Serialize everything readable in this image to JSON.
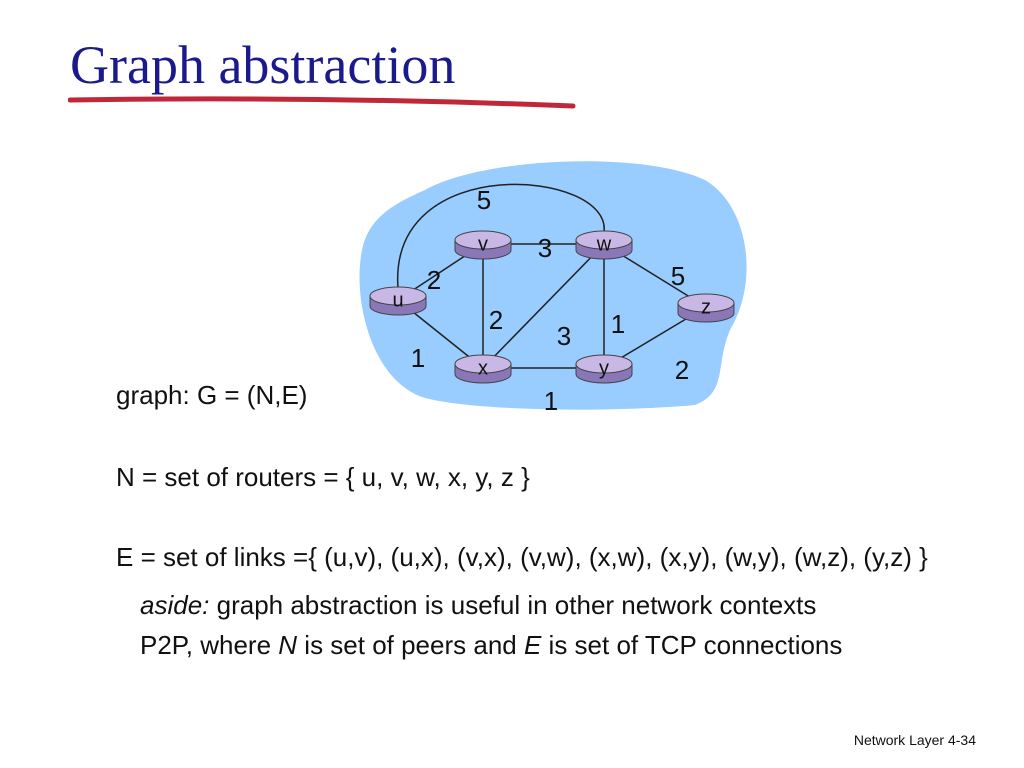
{
  "slide": {
    "title": "Graph abstraction",
    "line_graph": "graph: G = (N,E)",
    "line_nodes": "N = set of routers = { u, v, w, x, y, z }",
    "line_edges": "E = set of links ={ (u,v), (u,x), (v,x), (v,w), (x,w), (x,y), (w,y), (w,z), (y,z) }",
    "aside_label": "aside:",
    "aside_rest": " graph abstraction is useful in other network contexts",
    "aside_line2_a": "P2P, where ",
    "aside_line2_N": "N",
    "aside_line2_b": " is set of peers and ",
    "aside_line2_E": "E",
    "aside_line2_c": " is set of TCP connections",
    "footer": "Network Layer 4-34"
  },
  "graph": {
    "colors": {
      "cloud": "#99ccff",
      "router_top": "#c9b8e6",
      "router_side": "#8a77b8",
      "title": "#1a1a8c",
      "underline": "#c0283a"
    },
    "nodes": [
      {
        "id": "u",
        "label": "u"
      },
      {
        "id": "v",
        "label": "v"
      },
      {
        "id": "w",
        "label": "w"
      },
      {
        "id": "x",
        "label": "x"
      },
      {
        "id": "y",
        "label": "y"
      },
      {
        "id": "z",
        "label": "z"
      }
    ],
    "edges": [
      {
        "from": "u",
        "to": "v",
        "cost": "2"
      },
      {
        "from": "u",
        "to": "x",
        "cost": "1"
      },
      {
        "from": "u",
        "to": "w",
        "cost": "5"
      },
      {
        "from": "v",
        "to": "w",
        "cost": "3"
      },
      {
        "from": "v",
        "to": "x",
        "cost": "2"
      },
      {
        "from": "x",
        "to": "w",
        "cost": "3"
      },
      {
        "from": "w",
        "to": "y",
        "cost": "1"
      },
      {
        "from": "x",
        "to": "y",
        "cost": "1"
      },
      {
        "from": "w",
        "to": "z",
        "cost": "5"
      },
      {
        "from": "y",
        "to": "z",
        "cost": "2"
      }
    ]
  }
}
